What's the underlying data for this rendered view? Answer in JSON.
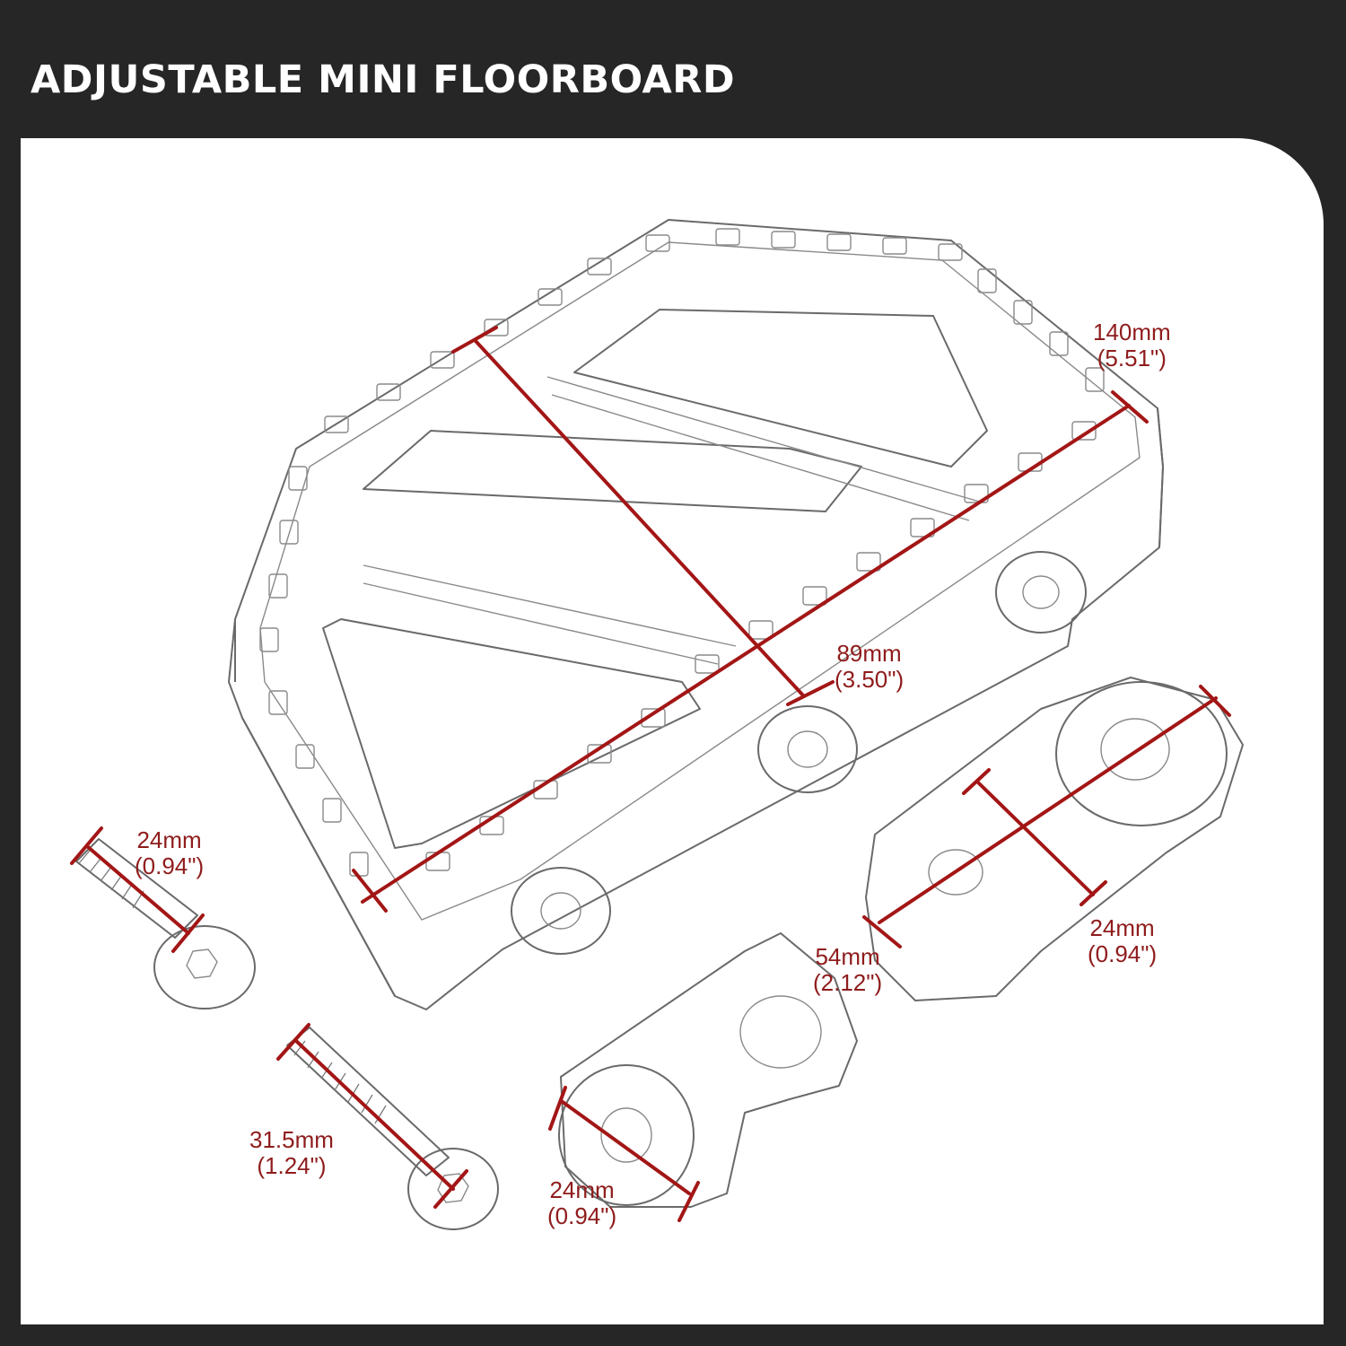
{
  "title": "ADJUSTABLE MINI FLOORBOARD",
  "colors": {
    "background": "#262626",
    "panel": "#ffffff",
    "title_text": "#ffffff",
    "dimension_line": "#a31616",
    "dimension_text": "#8f1c1c"
  },
  "dimensions": {
    "board_length": {
      "metric": "140mm",
      "imperial": "(5.51\")"
    },
    "board_width": {
      "metric": "89mm",
      "imperial": "(3.50\")"
    },
    "bolt_short": {
      "metric": "24mm",
      "imperial": "(0.94\")"
    },
    "bolt_long": {
      "metric": "31.5mm",
      "imperial": "(1.24\")"
    },
    "clamp_block": {
      "metric": "24mm",
      "imperial": "(0.94\")"
    },
    "adapter_length": {
      "metric": "54mm",
      "imperial": "(2.12\")"
    },
    "adapter_width": {
      "metric": "24mm",
      "imperial": "(0.94\")"
    }
  }
}
